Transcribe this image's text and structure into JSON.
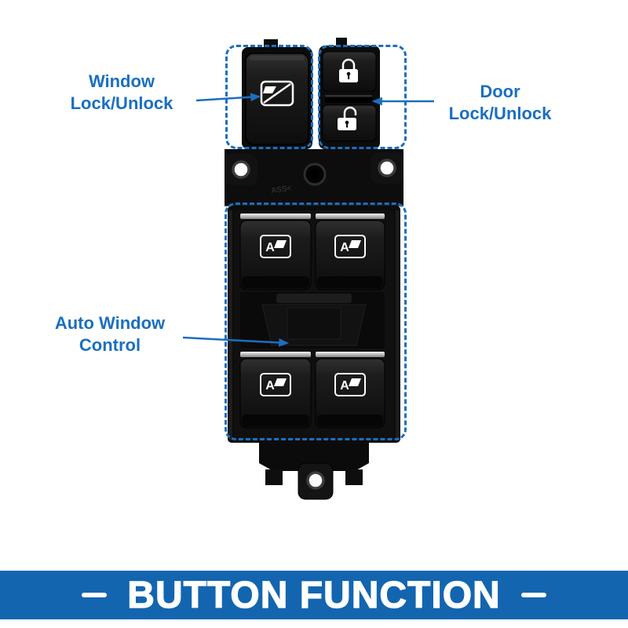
{
  "colors": {
    "accent_blue": "#1b6fc0",
    "banner_bg": "#1365b0",
    "banner_text": "#ffffff"
  },
  "callouts": {
    "window_lock": {
      "line1": "Window",
      "line2": "Lock/Unlock"
    },
    "door_lock": {
      "line1": "Door",
      "line2": "Lock/Unlock"
    },
    "auto_window": {
      "line1": "Auto Window",
      "line2": "Control"
    }
  },
  "banner": {
    "title": "BUTTON FUNCTION"
  },
  "product": {
    "engraving": "ASS<",
    "auto_icon_letter": "A",
    "icons": {
      "window_lock": "window-lock-icon",
      "door_lock": "padlock-closed-icon",
      "door_unlock": "padlock-open-icon",
      "auto_window": "auto-window-a-icon"
    }
  }
}
